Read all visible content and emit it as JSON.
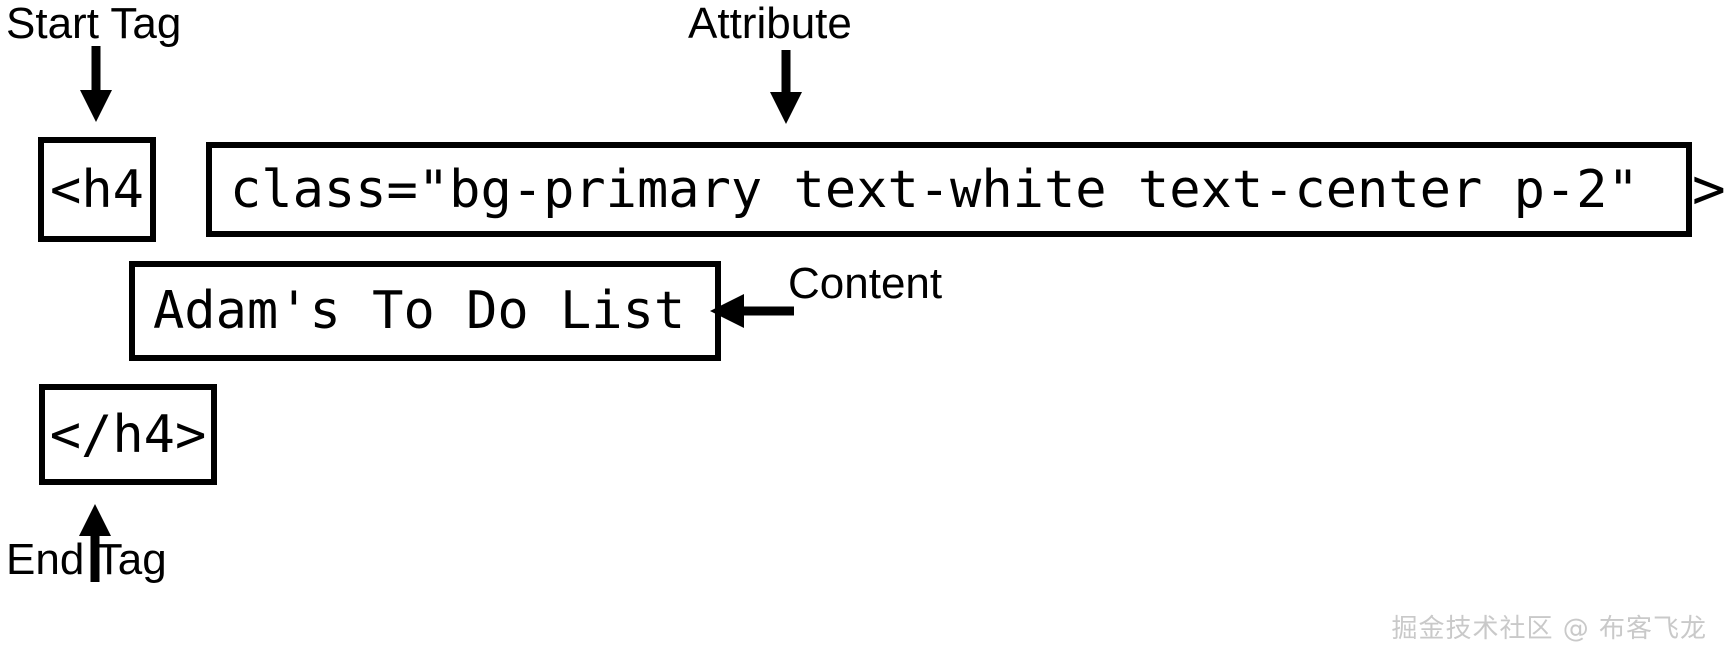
{
  "diagram": {
    "title": "HTML element anatomy",
    "background_color": "#ffffff",
    "stroke_color": "#000000",
    "labels": {
      "start_tag": "Start Tag",
      "attribute": "Attribute",
      "content": "Content",
      "end_tag": "End Tag"
    },
    "boxes": {
      "start_tag_code": "<h4",
      "attribute_code": "class=\"bg-primary text-white text-center p-2\"",
      "content_code": "Adam's To Do List",
      "end_tag_code": "</h4>"
    },
    "loose_glyph": ">",
    "arrows": [
      {
        "name": "start-tag-arrow",
        "direction": "down",
        "from": "Start Tag",
        "to": "<h4"
      },
      {
        "name": "attribute-arrow",
        "direction": "down",
        "from": "Attribute",
        "to": "class attribute box"
      },
      {
        "name": "content-arrow",
        "direction": "left",
        "from": "Content",
        "to": "Adam's To Do List"
      },
      {
        "name": "end-tag-arrow",
        "direction": "up",
        "from": "End Tag",
        "to": "</h4>"
      }
    ]
  },
  "watermark": {
    "text": "掘金技术社区 @ 布客飞龙",
    "color": "#c9c9c9"
  }
}
